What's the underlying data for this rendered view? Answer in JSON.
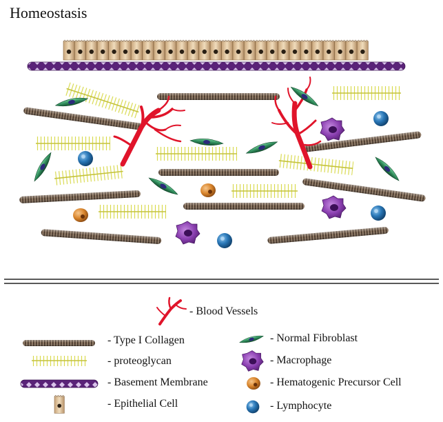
{
  "title": "Homeostasis",
  "legend": {
    "blood_vessels": "- Blood Vessels",
    "collagen": "- Type I Collagen",
    "proteoglycan": "- proteoglycan",
    "basement_membrane": "- Basement Membrane",
    "epithelial_cell": "- Epithelial Cell",
    "fibroblast": "- Normal Fibroblast",
    "macrophage": "- Macrophage",
    "hematogenic": "- Hematogenic Precursor Cell",
    "lymphocyte": "- Lymphocyte"
  },
  "colors": {
    "collagen": "#7a6550",
    "proteoglycan": "#d4d64a",
    "membrane": "#6b2d8a",
    "epithelial": "#e3c9a2",
    "fibroblast": "#2f8a5a",
    "macrophage": "#8a3fb0",
    "hematogenic": "#d9852c",
    "lymphocyte": "#2a78b8",
    "vessel": "#e0142a"
  }
}
